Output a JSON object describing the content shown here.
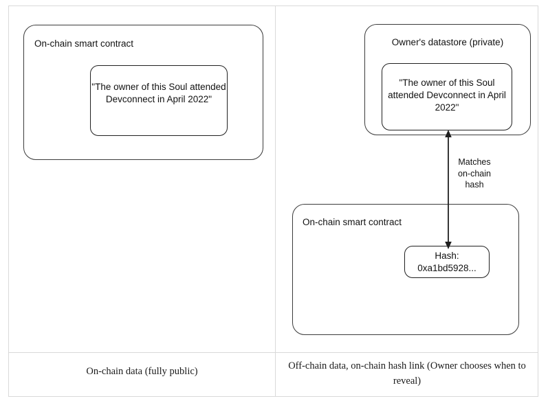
{
  "diagram": {
    "left_panel": {
      "contract_box": {
        "title": "On-chain smart contract",
        "claim_box": {
          "text": "\"The owner of this Soul attended Devconnect in April 2022\""
        }
      },
      "caption": "On-chain data (fully public)"
    },
    "right_panel": {
      "datastore_box": {
        "title": "Owner's datastore (private)",
        "claim_box": {
          "text": "\"The owner of this Soul attended Devconnect in April 2022\""
        }
      },
      "contract_box": {
        "title": "On-chain smart contract",
        "hash_box": {
          "text": "Hash: 0xa1bd5928..."
        }
      },
      "connector": {
        "label": "Matches\non-chain\nhash",
        "icon": "double-headed-vertical-arrow-icon"
      },
      "caption": "Off-chain data, on-chain hash link (Owner chooses when to reveal)"
    }
  },
  "colors": {
    "frame_border": "#d9d9d9",
    "shape_border": "#3a3a3a",
    "inner_shape_border": "#1f1f1f",
    "text": "#111111",
    "background": "#ffffff"
  }
}
